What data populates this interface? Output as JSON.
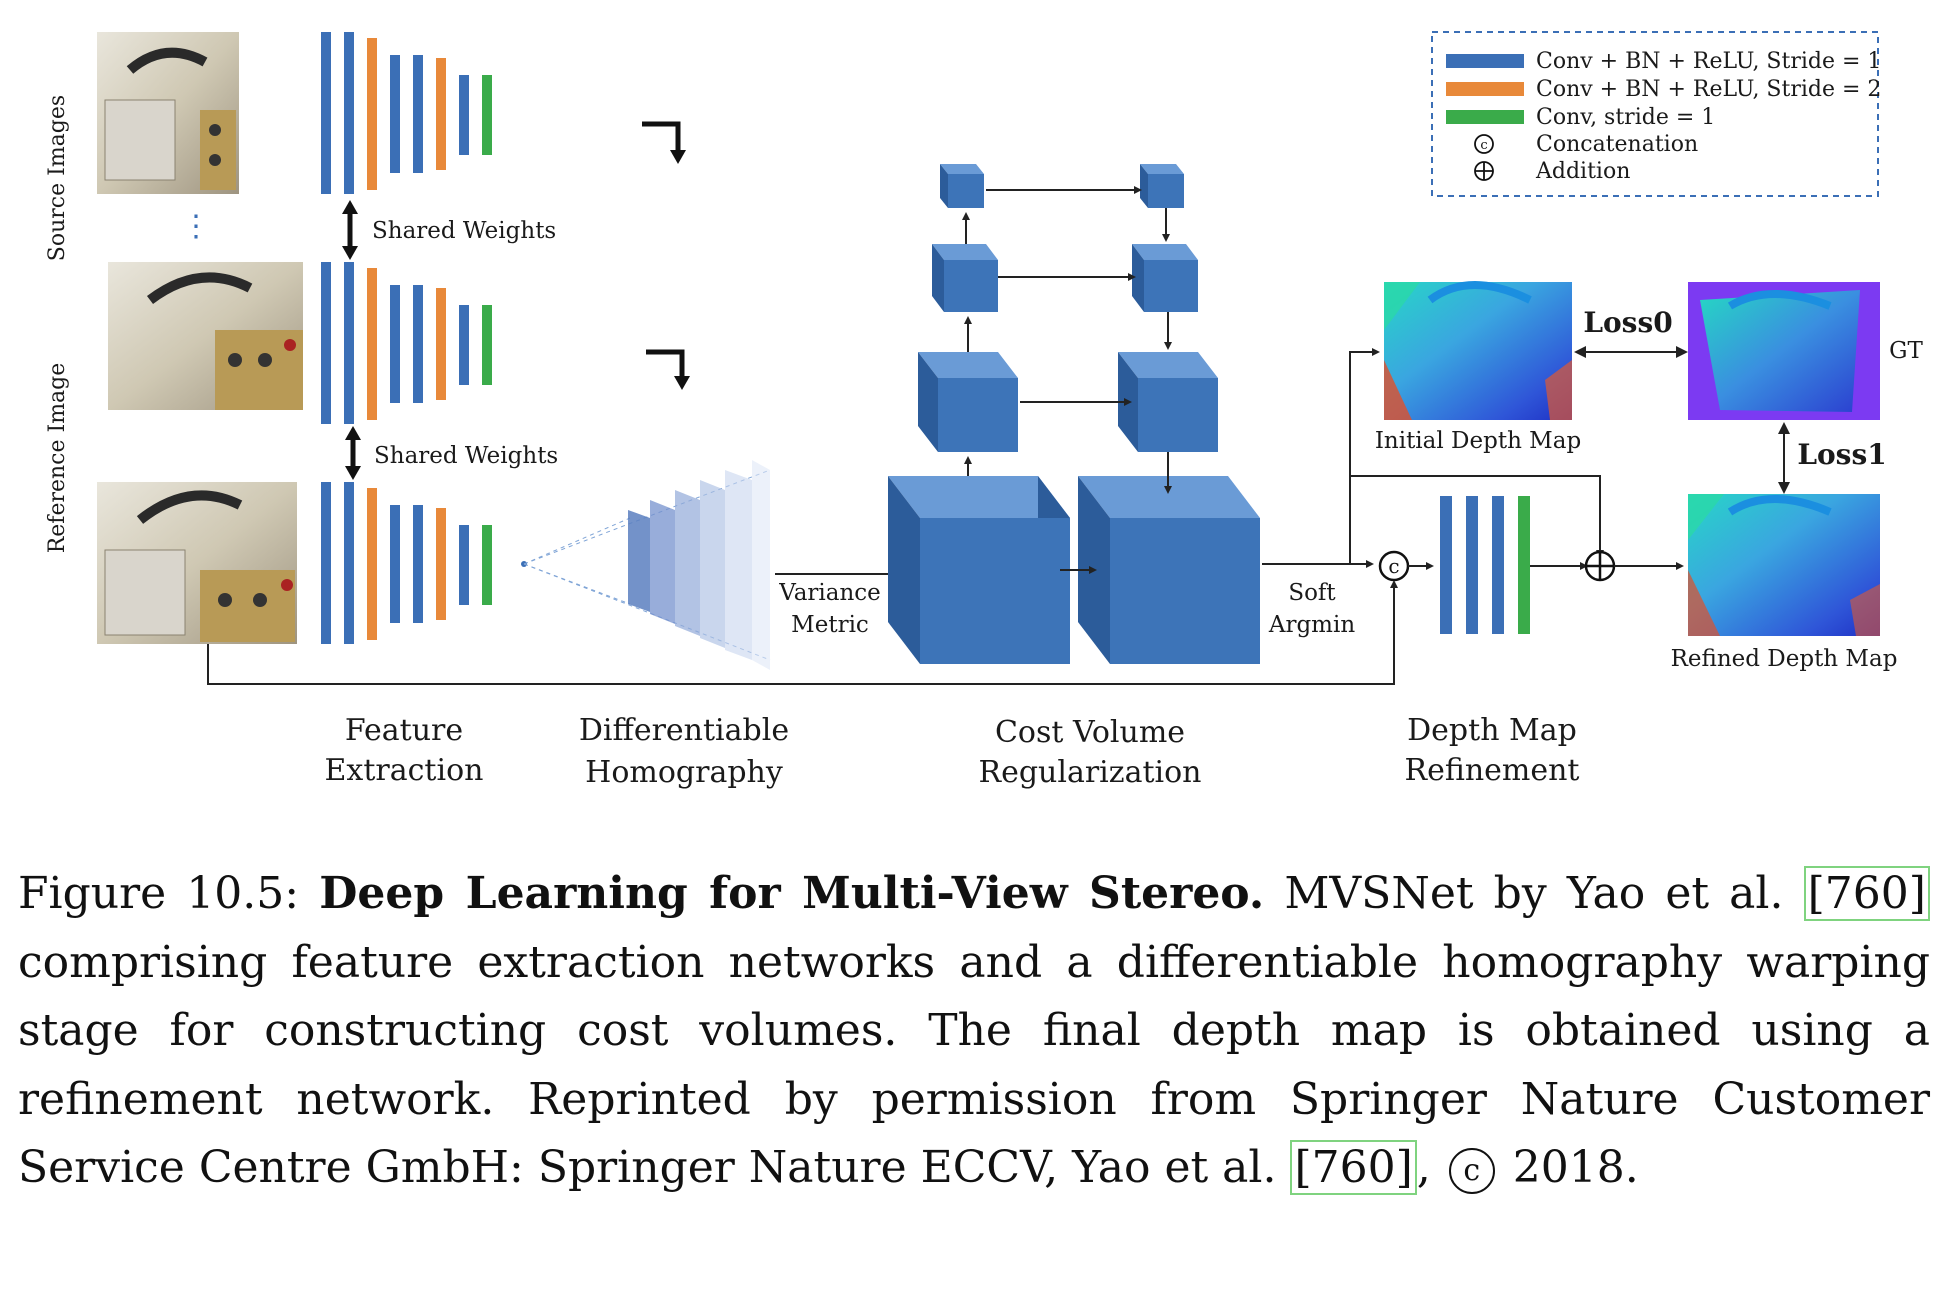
{
  "side_labels": {
    "source_images": "Source Images",
    "reference_image": "Reference Image"
  },
  "shared_weights": [
    "Shared Weights",
    "Shared Weights"
  ],
  "stage_labels": {
    "feature_extraction": [
      "Feature",
      "Extraction"
    ],
    "differentiable_homography": [
      "Differentiable",
      "Homography"
    ],
    "cost_volume_regularization": [
      "Cost Volume",
      "Regularization"
    ],
    "depth_map_refinement": [
      "Depth Map",
      "Refinement"
    ]
  },
  "variance_metric": [
    "Variance",
    "Metric"
  ],
  "soft_argmin": [
    "Soft",
    "Argmin"
  ],
  "depth_maps": {
    "initial": "Initial Depth Map",
    "refined": "Refined Depth Map",
    "gt": "GT"
  },
  "losses": {
    "loss0": "Loss0",
    "loss1": "Loss1"
  },
  "legend": {
    "items": [
      {
        "label": "Conv + BN + ReLU, Stride = 1",
        "color": "#3b6fb6",
        "symbol": "bar"
      },
      {
        "label": "Conv + BN + ReLU, Stride = 2",
        "color": "#e8893a",
        "symbol": "bar"
      },
      {
        "label": "Conv, stride = 1",
        "color": "#3aab4a",
        "symbol": "bar"
      },
      {
        "label": "Concatenation",
        "symbol": "c"
      },
      {
        "label": "Addition",
        "symbol": "+"
      }
    ]
  },
  "colors": {
    "blue": "#3b6fb6",
    "orange": "#e8893a",
    "green": "#3aab4a",
    "cube_front": "#3d74b8",
    "cube_top": "#6a9bd6",
    "cube_side": "#2c5c9a"
  },
  "caption": {
    "figure_number": "Figure 10.5:",
    "bold_title": "Deep Learning for Multi-View Stereo.",
    "text_1": "MVSNet by Yao et al.",
    "cite_1": "760",
    "text_2": "comprising feature extraction networks and a differentiable homography warping stage for constructing cost volumes. The final depth map is obtained using a refinement network. Reprinted by permission from Springer Nature Customer Service Centre GmbH: Springer Nature ECCV, Yao et al.",
    "cite_2": "760",
    "copyright_symbol": "c",
    "year": "2018."
  }
}
